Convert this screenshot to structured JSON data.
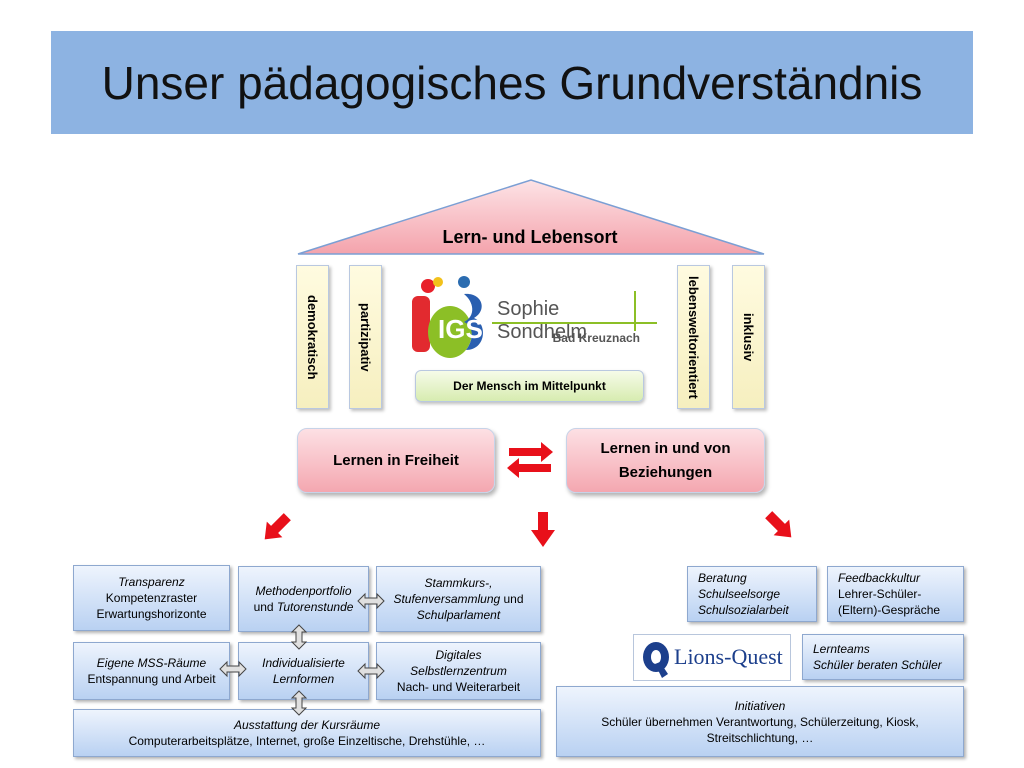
{
  "title": "Unser pädagogisches Grundverständnis",
  "roof": {
    "label": "Lern- und Lebensort"
  },
  "pillars": {
    "demokratisch": "demokratisch",
    "partizipativ": "partizipativ",
    "lebensweltorientiert": "lebensweltorientiert",
    "inklusiv": "inklusiv"
  },
  "logo": {
    "letters": "IGS",
    "name": "Sophie Sondhelm",
    "place": "Bad Kreuznach"
  },
  "center_box": "Der Mensch im Mittelpunkt",
  "freiheit": "Lernen in Freiheit",
  "beziehungen": {
    "line1": "Lernen in und von",
    "line2": "Beziehungen"
  },
  "left_group": {
    "transparenz": {
      "l1": "Transparenz",
      "l2": "Kompetenzraster",
      "l3": "Erwartungshorizonte"
    },
    "methoden": {
      "l1": "Methodenportfolio",
      "l2a": "und ",
      "l2b": "Tutorenstunde"
    },
    "stammkurs": {
      "l1": "Stammkurs-,",
      "l2a": "Stufenversammlung",
      "l2b": " und",
      "l3": "Schulparlament"
    },
    "mss": {
      "l1": "Eigene MSS-Räume",
      "l2": "Entspannung und Arbeit"
    },
    "individuell": {
      "l1": "Individualisierte",
      "l2": "Lernformen"
    },
    "digital": {
      "l1": "Digitales",
      "l2": "Selbstlernzentrum",
      "l3": "Nach- und Weiterarbeit"
    },
    "ausstattung": {
      "l1": "Ausstattung der Kursräume",
      "l2": "Computerarbeitsplätze, Internet, große Einzeltische, Drehstühle, …"
    }
  },
  "right_group": {
    "beratung": {
      "l1": "Beratung",
      "l2": "Schulseelsorge",
      "l3": "Schulsozialarbeit"
    },
    "feedback": {
      "l1": "Feedbackkultur",
      "l2": "Lehrer-Schüler-",
      "l3": "(Eltern)-Gespräche"
    },
    "lions": "Lions-Quest",
    "lernteams": {
      "l1": "Lernteams",
      "l2": "Schüler beraten Schüler"
    },
    "initiativen": {
      "l1": "Initiativen",
      "l2": "Schüler übernehmen Verantwortung, Schülerzeitung, Kiosk,",
      "l3": "Streitschlichtung, …"
    }
  },
  "colors": {
    "title_bar": "#8db3e2",
    "roof": "#f4a7b0",
    "pillar": "#f6efbf",
    "blue_box": "#b9d1f2",
    "green_box": "#d7ecb0",
    "arrow_red": "#e8101a"
  },
  "icons": [
    "double-arrow-icon",
    "down-arrow-icon",
    "igs-logo",
    "lions-quest-logo"
  ]
}
